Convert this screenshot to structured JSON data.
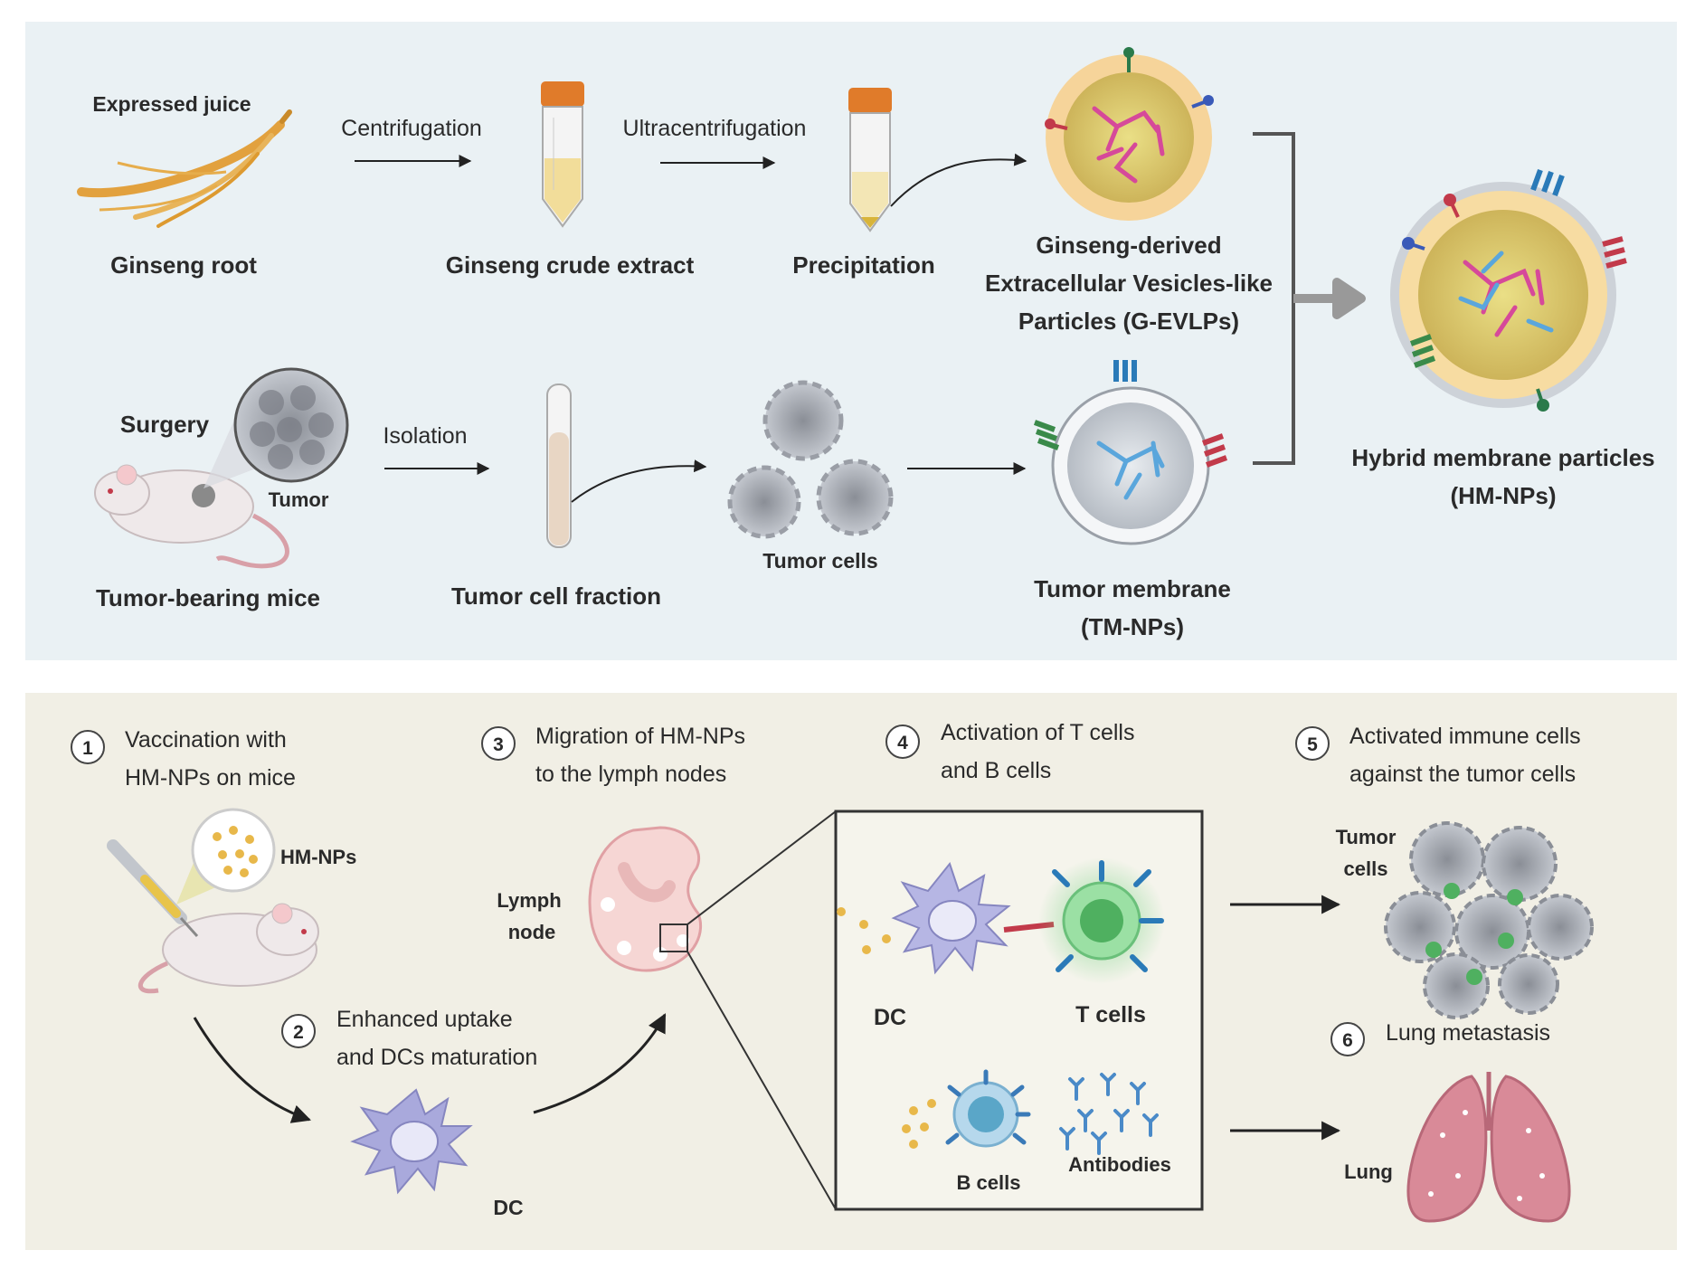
{
  "top_panel": {
    "expressed_juice": "Expressed juice",
    "ginseng_root": "Ginseng root",
    "centrifugation": "Centrifugation",
    "ginseng_crude_extract": "Ginseng crude extract",
    "ultracentrifugation": "Ultracentrifugation",
    "precipitation": "Precipitation",
    "gevlp_line1": "Ginseng-derived",
    "gevlp_line2": "Extracellular Vesicles-like",
    "gevlp_line3": "Particles (G-EVLPs)",
    "surgery": "Surgery",
    "tumor": "Tumor",
    "tumor_bearing_mice": "Tumor-bearing mice",
    "isolation": "Isolation",
    "tumor_cell_fraction": "Tumor cell fraction",
    "tumor_cells": "Tumor cells",
    "tm_line1": "Tumor membrane",
    "tm_line2": "(TM-NPs)",
    "hm_line1": "Hybrid membrane particles",
    "hm_line2": "(HM-NPs)"
  },
  "bottom_panel": {
    "steps": [
      {
        "num": "1",
        "line1": "Vaccination with",
        "line2": "HM-NPs on mice"
      },
      {
        "num": "2",
        "line1": "Enhanced uptake",
        "line2": "and DCs maturation"
      },
      {
        "num": "3",
        "line1": "Migration of HM-NPs",
        "line2": "to the lymph nodes"
      },
      {
        "num": "4",
        "line1": "Activation of T cells",
        "line2": "and B cells"
      },
      {
        "num": "5",
        "line1": "Activated immune cells",
        "line2": "against the tumor cells"
      },
      {
        "num": "6",
        "line1": "Lung metastasis",
        "line2": ""
      }
    ],
    "hm_nps": "HM-NPs",
    "dc": "DC",
    "lymph": "Lymph",
    "node": "node",
    "dc_box": "DC",
    "t_cells": "T cells",
    "b_cells": "B cells",
    "antibodies": "Antibodies",
    "tumor": "Tumor",
    "cells": "cells",
    "lung": "Lung"
  },
  "colors": {
    "top_bg": "#eaf1f4",
    "bottom_bg": "#f1efe5",
    "accent_green": "#6a9a3a",
    "dc_purple": "#a9a9dc",
    "lung_pink": "#d98a98"
  }
}
